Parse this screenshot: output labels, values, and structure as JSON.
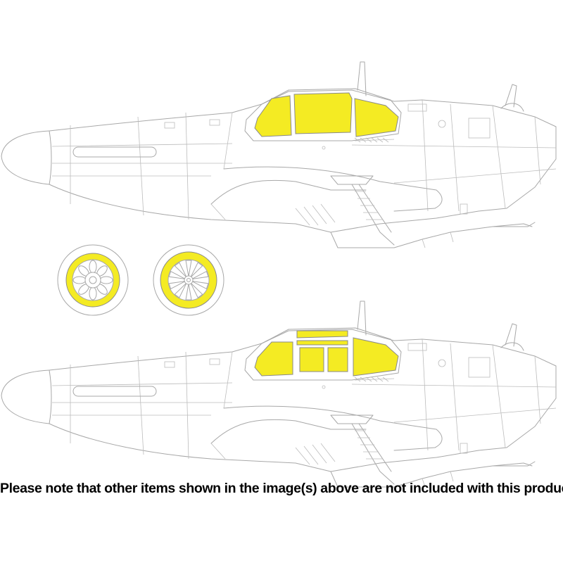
{
  "note": "Please note that other items shown in the image(s) above are not included with this product.",
  "colors": {
    "mask_yellow": "#f4eb23",
    "outline_gray": "#a8a8a8",
    "text": "#000000",
    "background": "#ffffff"
  },
  "illustrations": [
    {
      "id": "top",
      "canopy_variant": "three-panel"
    },
    {
      "id": "wheels",
      "count": 2
    },
    {
      "id": "bottom",
      "canopy_variant": "framed-multi-panel"
    }
  ]
}
